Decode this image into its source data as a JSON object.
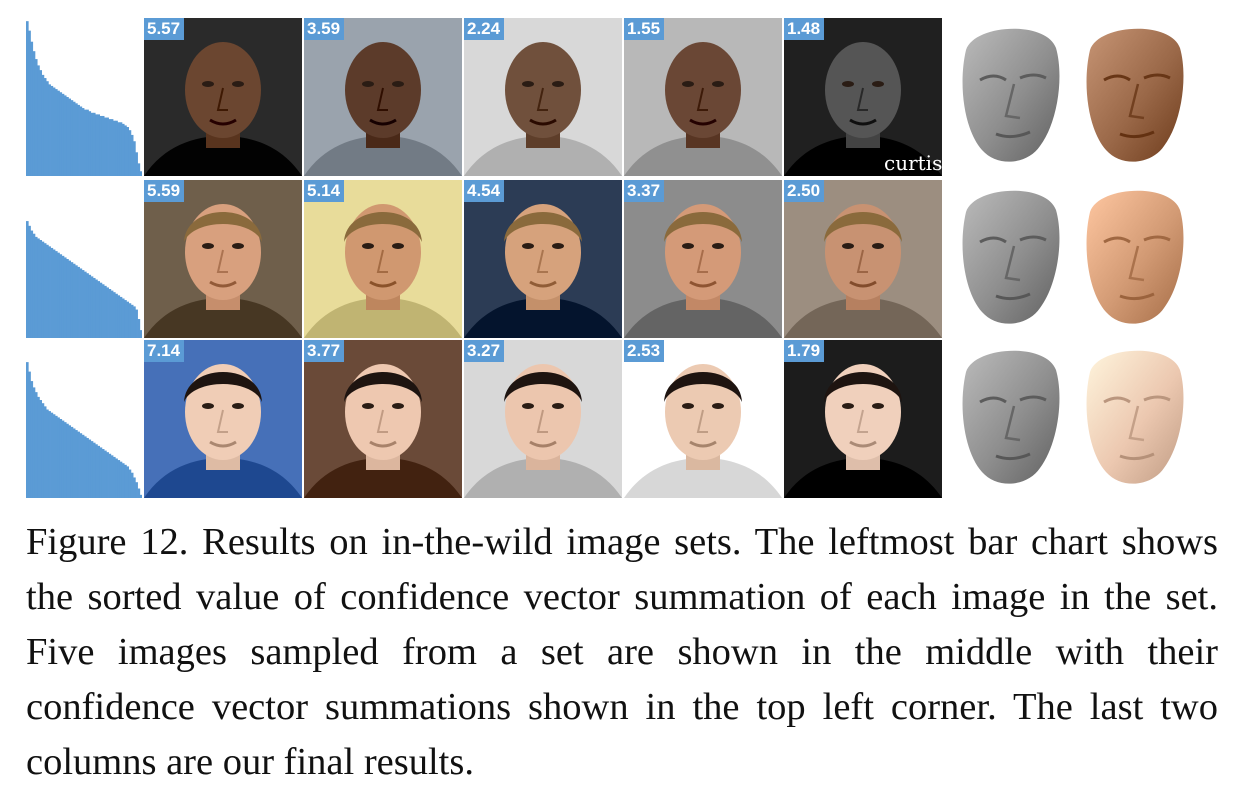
{
  "figure": {
    "rows": [
      {
        "name": "row-1",
        "scores": [
          "5.57",
          "3.59",
          "2.24",
          "1.55",
          "1.48"
        ],
        "photo_tones": [
          "#6b4630",
          "#5c3b2a",
          "#70503c",
          "#6a4735",
          "#555555"
        ],
        "photo_bgs": [
          "#2a2a2a",
          "#9aa3ad",
          "#d8d8d8",
          "#b8b8b8",
          "#202020"
        ],
        "photo_texts": [
          "",
          "",
          "",
          "",
          "curtis"
        ],
        "recon_texture_tone": "#9a6848"
      },
      {
        "name": "row-2",
        "scores": [
          "5.59",
          "5.14",
          "4.54",
          "3.37",
          "2.50"
        ],
        "photo_tones": [
          "#d8a07e",
          "#d09870",
          "#d6a27c",
          "#d49a78",
          "#c89272"
        ],
        "photo_bgs": [
          "#6f5f4b",
          "#e8dc9a",
          "#2c3c55",
          "#8c8c8c",
          "#9c8e80"
        ],
        "photo_texts": [
          "",
          "",
          "",
          "",
          ""
        ],
        "recon_texture_tone": "#d29a74"
      },
      {
        "name": "row-3",
        "scores": [
          "7.14",
          "3.77",
          "3.27",
          "2.53",
          "1.79"
        ],
        "photo_tones": [
          "#f0cdb6",
          "#eec8b0",
          "#ecc6ae",
          "#eccab2",
          "#f0d0bc"
        ],
        "photo_bgs": [
          "#4670b8",
          "#6a4a38",
          "#d8d8d8",
          "#ffffff",
          "#1c1c1c"
        ],
        "photo_texts": [
          "",
          "",
          "",
          "",
          ""
        ],
        "recon_texture_tone": "#ecc8b0"
      }
    ],
    "chart_data": [
      {
        "type": "bar",
        "name": "row-1-sorted-confidence",
        "values": [
          98,
          92,
          85,
          79,
          74,
          70,
          67,
          64,
          62,
          60,
          58,
          57,
          56,
          55,
          54,
          53,
          52,
          51,
          50,
          49,
          48,
          47,
          46,
          45,
          44,
          43,
          42,
          42,
          41,
          40,
          40,
          39,
          39,
          38,
          38,
          37,
          37,
          36,
          36,
          35,
          35,
          34,
          34,
          33,
          32,
          31,
          29,
          26,
          22,
          15,
          8,
          3
        ]
      },
      {
        "type": "bar",
        "name": "row-2-sorted-confidence",
        "values": [
          74,
          71,
          68,
          66,
          64,
          63,
          62,
          61,
          60,
          59,
          58,
          57,
          56,
          55,
          54,
          53,
          52,
          51,
          50,
          49,
          48,
          47,
          46,
          45,
          44,
          43,
          42,
          41,
          40,
          39,
          38,
          37,
          36,
          35,
          34,
          33,
          32,
          31,
          30,
          29,
          28,
          27,
          26,
          25,
          24,
          23,
          22,
          21,
          20,
          18,
          12,
          5
        ]
      },
      {
        "type": "bar",
        "name": "row-3-sorted-confidence",
        "values": [
          86,
          80,
          74,
          70,
          67,
          64,
          62,
          60,
          58,
          56,
          55,
          54,
          53,
          52,
          51,
          50,
          49,
          48,
          47,
          46,
          45,
          44,
          43,
          42,
          41,
          40,
          39,
          38,
          37,
          36,
          35,
          34,
          33,
          32,
          31,
          30,
          29,
          28,
          27,
          26,
          25,
          24,
          23,
          22,
          21,
          20,
          18,
          16,
          13,
          10,
          6,
          2
        ]
      }
    ],
    "colors": {
      "bar": "#5b9bd5",
      "score_badge": "#5b9bd5",
      "mesh": "#8e8e8e"
    },
    "caption": "Figure 12. Results on in-the-wild image sets. The leftmost bar chart shows the sorted value of confidence vector summation of each image in the set. Five images sampled from a set are shown in the middle with their confidence vector summations shown in the top left corner. The last two columns are our final results."
  }
}
